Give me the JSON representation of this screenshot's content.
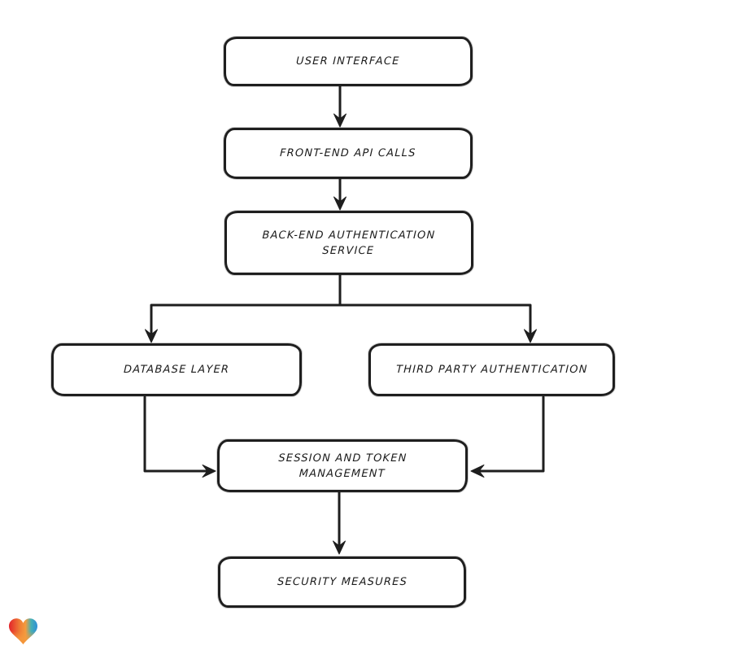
{
  "diagram": {
    "type": "flowchart",
    "style": "hand-drawn",
    "nodes": [
      {
        "id": "user-interface",
        "label": "USER INTERFACE"
      },
      {
        "id": "front-end-api-calls",
        "label": "FRONT-END API CALLS"
      },
      {
        "id": "back-end-auth-service",
        "label": "BACK-END AUTHENTICATION\nSERVICE"
      },
      {
        "id": "database-layer",
        "label": "DATABASE LAYER"
      },
      {
        "id": "third-party-auth",
        "label": "THIRD PARTY AUTHENTICATION"
      },
      {
        "id": "session-token-mgmt",
        "label": "SESSION AND TOKEN\nMANAGEMENT"
      },
      {
        "id": "security-measures",
        "label": "SECURITY MEASURES"
      }
    ],
    "edges": [
      {
        "from": "user-interface",
        "to": "front-end-api-calls"
      },
      {
        "from": "front-end-api-calls",
        "to": "back-end-auth-service"
      },
      {
        "from": "back-end-auth-service",
        "to": "database-layer"
      },
      {
        "from": "back-end-auth-service",
        "to": "third-party-auth"
      },
      {
        "from": "database-layer",
        "to": "session-token-mgmt"
      },
      {
        "from": "third-party-auth",
        "to": "session-token-mgmt"
      },
      {
        "from": "session-token-mgmt",
        "to": "security-measures"
      }
    ],
    "colors": {
      "background": "#ffffff",
      "node_fill": "#ffffff",
      "stroke": "#1e1e1e",
      "text": "#1c1c1c"
    },
    "logo": {
      "icon": "heart-logo-icon",
      "gradient": {
        "red": "#e3242b",
        "orange": "#f59b3d",
        "teal": "#45b0b4",
        "blue": "#2f8fd8"
      }
    }
  }
}
